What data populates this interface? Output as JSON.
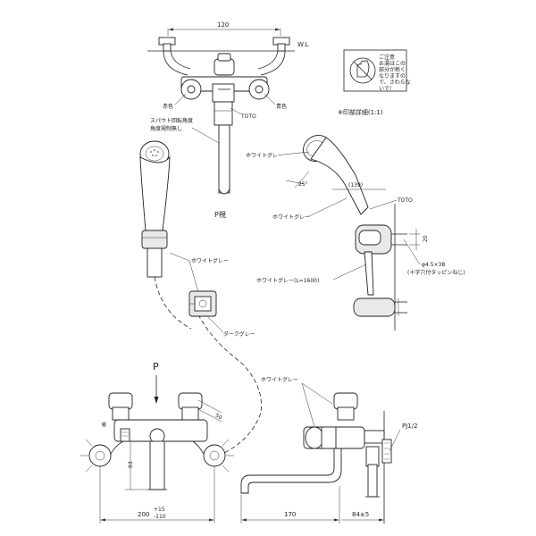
{
  "top_view": {
    "dim_width": "120",
    "wall_line": "W.L",
    "red_label": "赤色",
    "blue_label": "青色",
    "brand": "TOTO",
    "spout_note_1": "スパウト回転角度",
    "spout_note_2": "角度規制無し",
    "view_label": "P視"
  },
  "caution": {
    "lines": [
      "ご注意",
      "お湯はこの",
      "部分が熱く",
      "なりますの",
      "で、さわらな",
      "いで!"
    ]
  },
  "detail": {
    "title": "※印部詳細(1:1)",
    "white_grey_1": "ホワイトグレー",
    "white_grey_2": "ホワイトグレー",
    "white_grey_hose": "ホワイトグレー(L=1600)",
    "angle": "25°",
    "dim_139": "(139)",
    "brand": "TOTO",
    "dim_20": "20",
    "screw_1": "φ4.5×38",
    "screw_2": "(十字穴付タッピンねじ)"
  },
  "shower": {
    "hose_label": "ホワイトグレー",
    "dark_grey": "ダークグレー"
  },
  "front_view": {
    "view_arrow": "P",
    "mark": "※",
    "dim_50": "50",
    "dim_93": "93",
    "dim_main": "200",
    "tol_plus": "+15",
    "tol_minus": "-110"
  },
  "side_view": {
    "white_grey": "ホワイトグレー",
    "thread": "PJ1/2",
    "dim_170": "170",
    "dim_84": "84±5"
  }
}
